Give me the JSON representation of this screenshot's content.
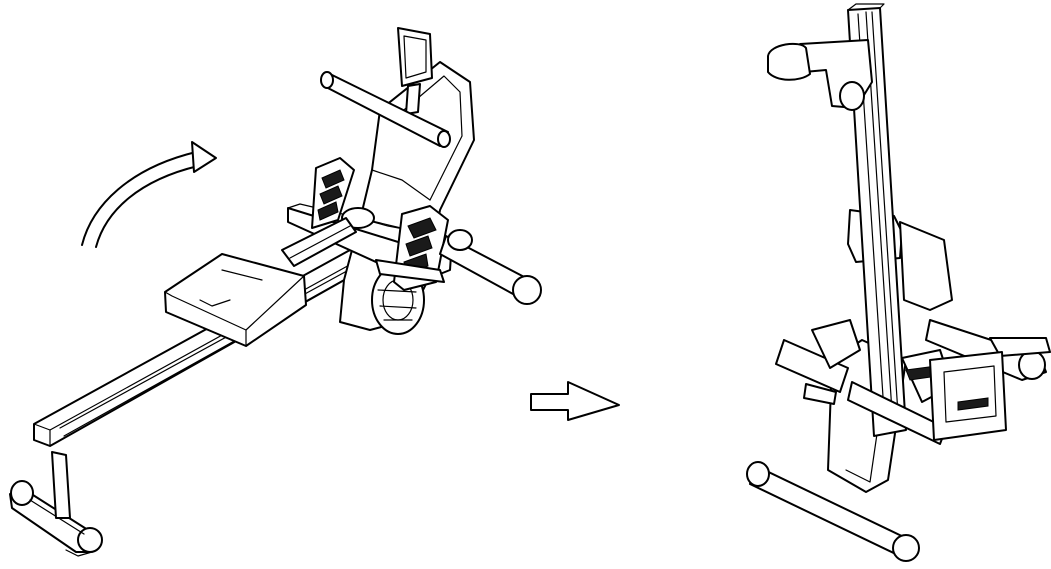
{
  "diagram": {
    "steps": [
      {
        "state": "unfolded-rower"
      },
      {
        "state": "folded-upright-rower"
      }
    ],
    "arrows": [
      {
        "type": "curved-rotation-arrow"
      },
      {
        "type": "block-transition-arrow"
      }
    ],
    "line_color": "#000000",
    "background": "#ffffff"
  }
}
